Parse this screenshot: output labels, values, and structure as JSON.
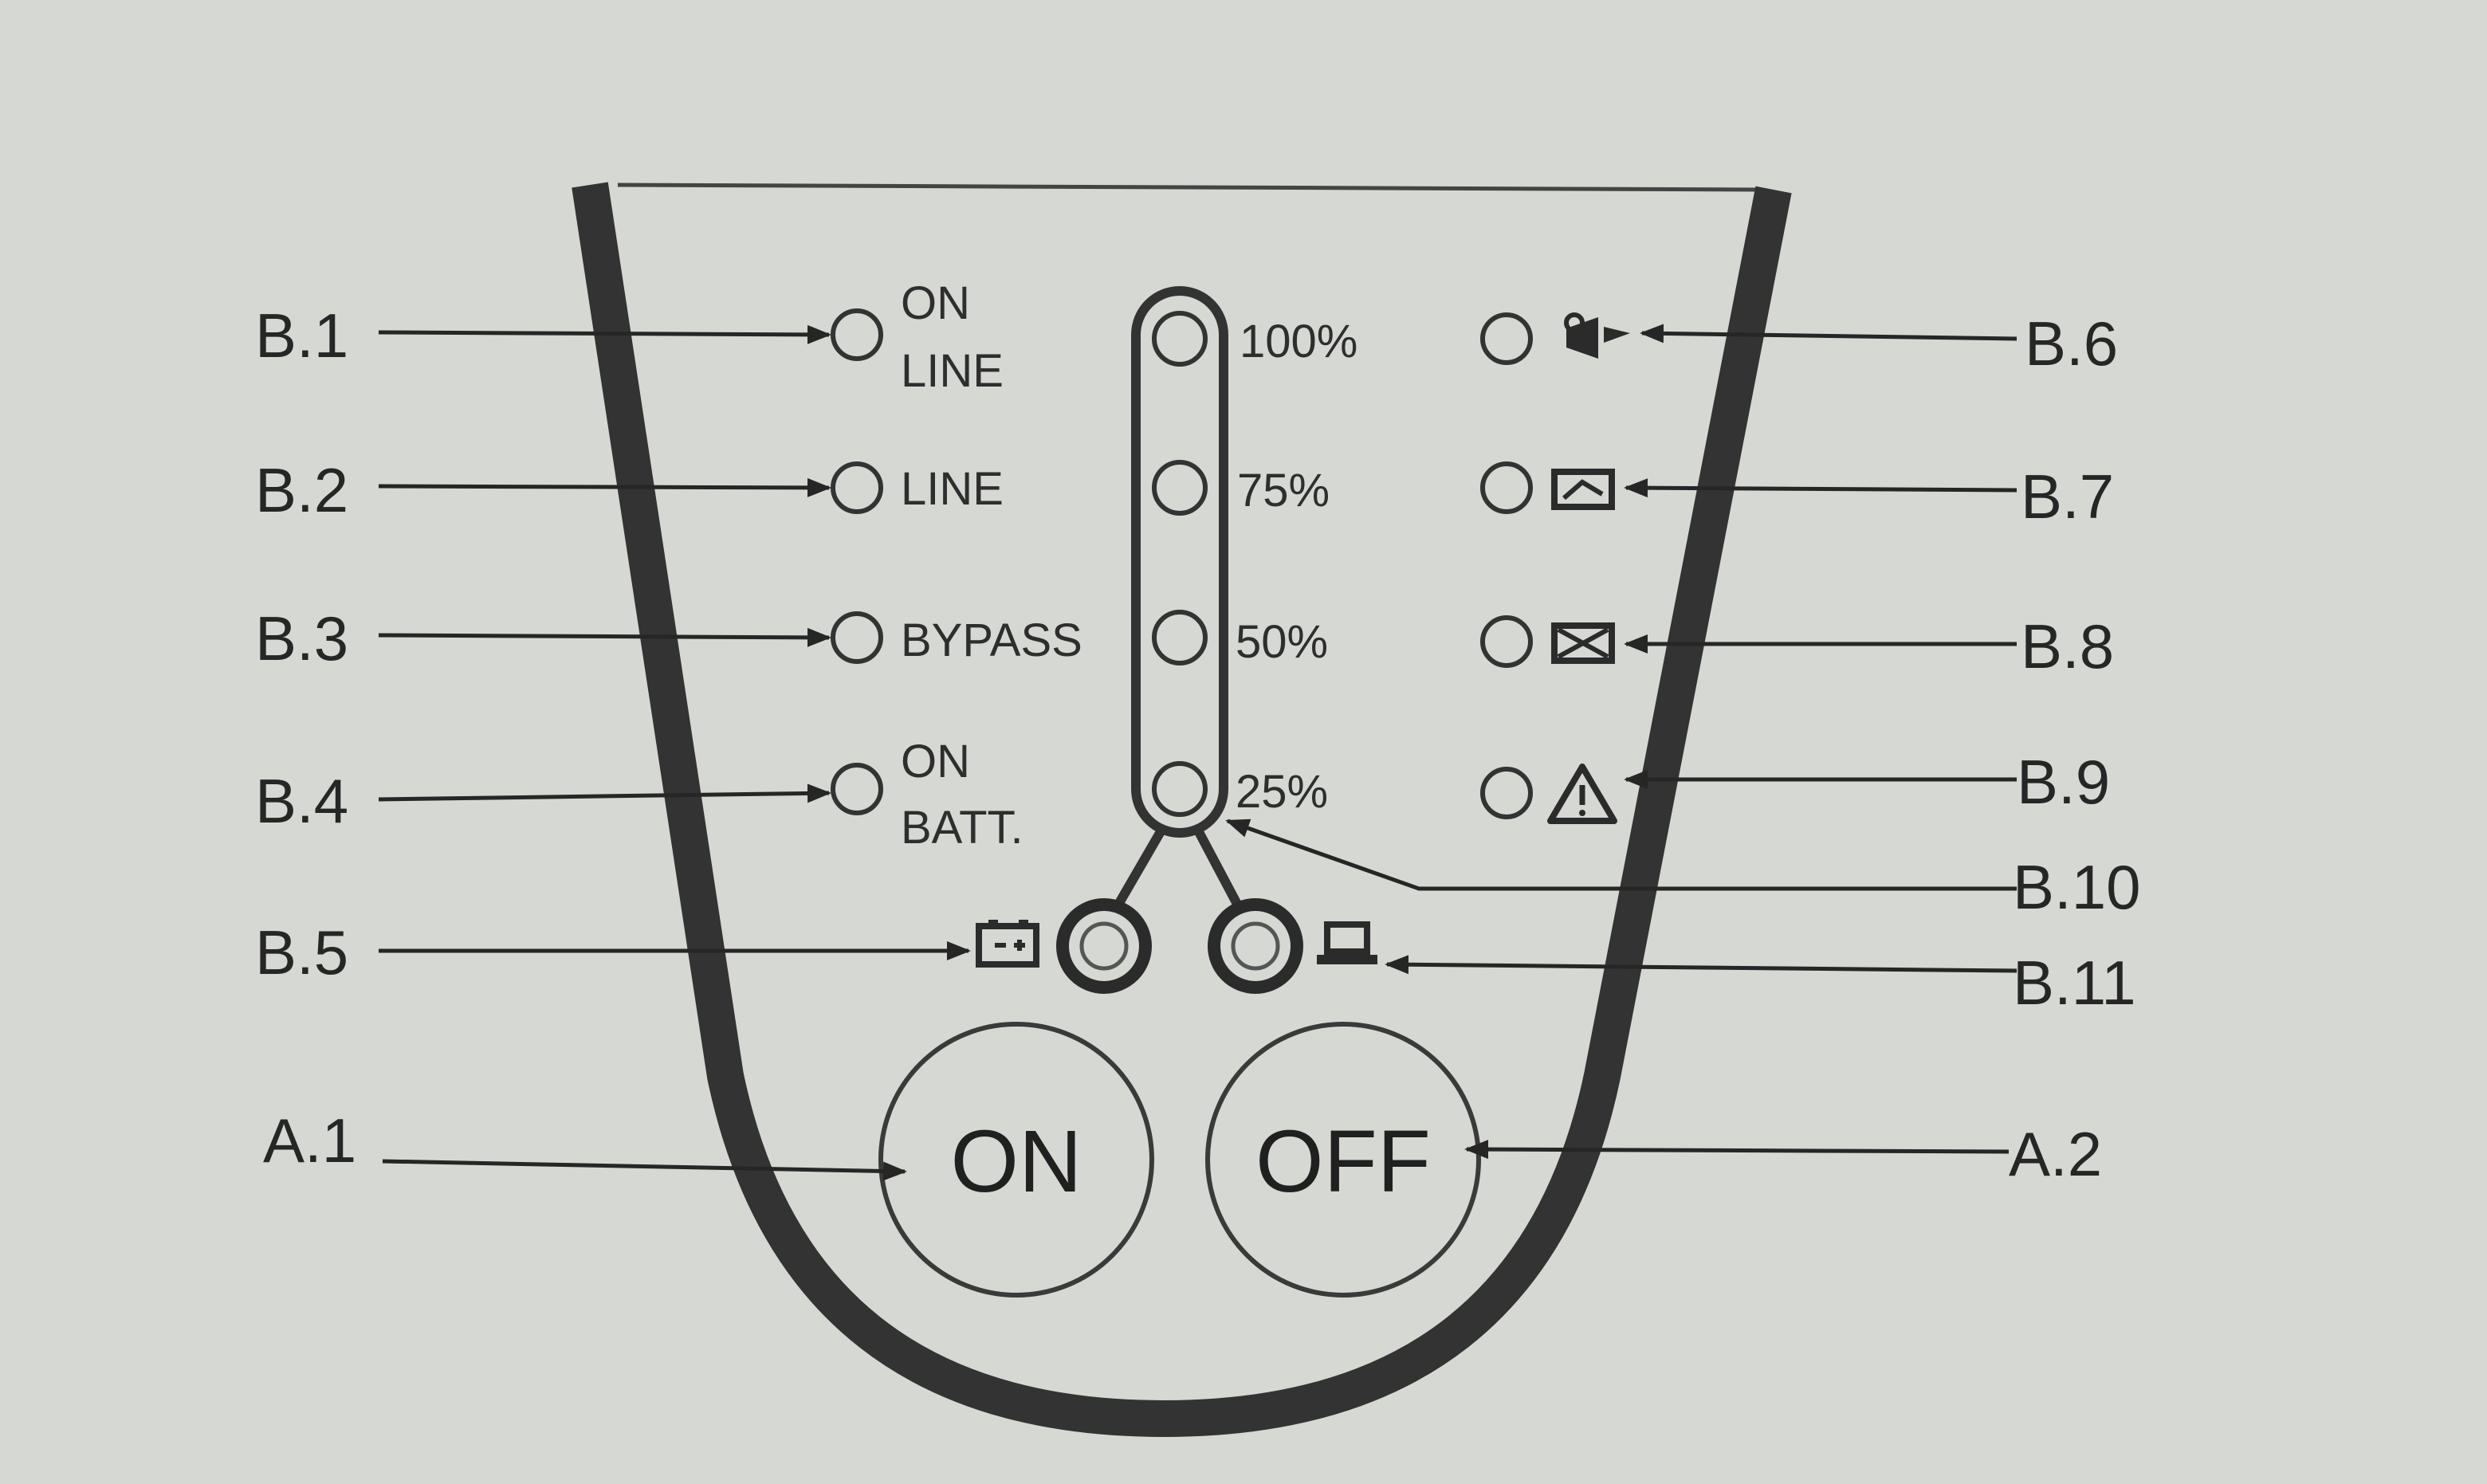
{
  "callouts": {
    "b1": "B.1",
    "b2": "B.2",
    "b3": "B.3",
    "b4": "B.4",
    "b5": "B.5",
    "b6": "B.6",
    "b7": "B.7",
    "b8": "B.8",
    "b9": "B.9",
    "b10": "B.10",
    "b11": "B.11",
    "a1": "A.1",
    "a2": "A.2"
  },
  "indicators": {
    "online_line1": "ON",
    "online_line2": "LINE",
    "line": "LINE",
    "bypass": "BYPASS",
    "onbatt_line1": "ON",
    "onbatt_line2": "BATT."
  },
  "level_meter": {
    "labels": [
      "100%",
      "75%",
      "50%",
      "25%"
    ]
  },
  "buttons": {
    "on": "ON",
    "off": "OFF"
  },
  "icons": {
    "b6": "buzzer-icon",
    "b7": "battery-replace-icon",
    "b8": "overload-icon",
    "b9": "warning-triangle-icon",
    "b5": "battery-icon",
    "b11": "load-icon"
  }
}
